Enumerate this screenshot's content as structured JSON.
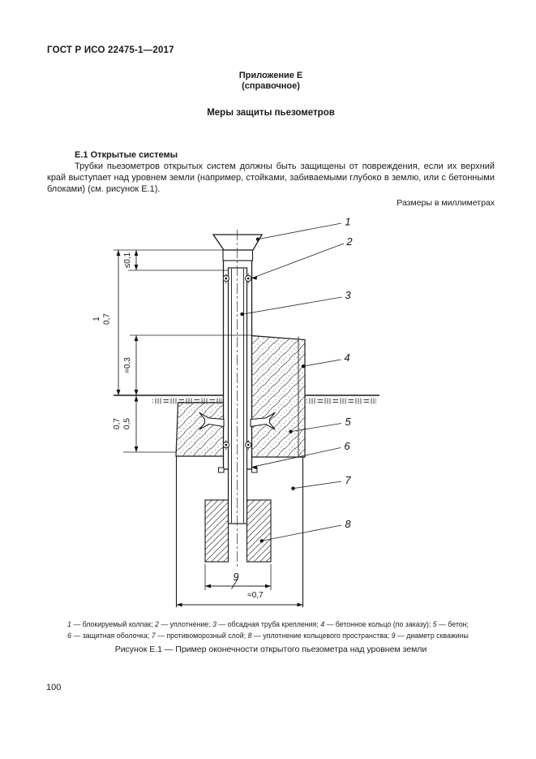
{
  "page": {
    "header": "ГОСТ Р ИСО 22475-1—2017",
    "appendix_label": "Приложение Е",
    "appendix_note": "(справочное)",
    "main_title": "Меры защиты пьезометров",
    "section_heading": "Е.1 Открытые системы",
    "paragraph": "Трубки пьезометров открытых систем должны быть защищены от повреждения, если их верхний край выступает над уровнем земли (например, стойками, забиваемыми глубоко в землю, или с бетонными блоками) (см. рисунок Е.1).",
    "units_note": "Размеры в миллиметрах",
    "page_number": "100"
  },
  "figure": {
    "callouts": [
      "1",
      "2",
      "3",
      "4",
      "5",
      "6",
      "7",
      "8"
    ],
    "dims": {
      "cap_gap": "≤0,1",
      "left_upper_a": "1",
      "left_upper_b": "0,7",
      "ring_height": "=0,3",
      "left_lower_a": "0,7",
      "left_lower_b": "0,5",
      "bore_number": "9",
      "width_approx": "≈0,7"
    },
    "legend_line1": [
      {
        "n": "1",
        "t": "блокируемый колпак"
      },
      {
        "n": "2",
        "t": "уплотнение"
      },
      {
        "n": "3",
        "t": "обсадная труба крепления"
      },
      {
        "n": "4",
        "t": "бетонное кольцо (по заказу)"
      },
      {
        "n": "5",
        "t": "бетон"
      }
    ],
    "legend_line2": [
      {
        "n": "6",
        "t": "защитная оболочка"
      },
      {
        "n": "7",
        "t": "противоморозный слой"
      },
      {
        "n": "8",
        "t": "уплотнение кольцевого пространства"
      },
      {
        "n": "9",
        "t": "диаметр скважины"
      }
    ],
    "caption": "Рисунок Е.1 — Пример оконечности открытого пьезометра над уровнем земли"
  }
}
